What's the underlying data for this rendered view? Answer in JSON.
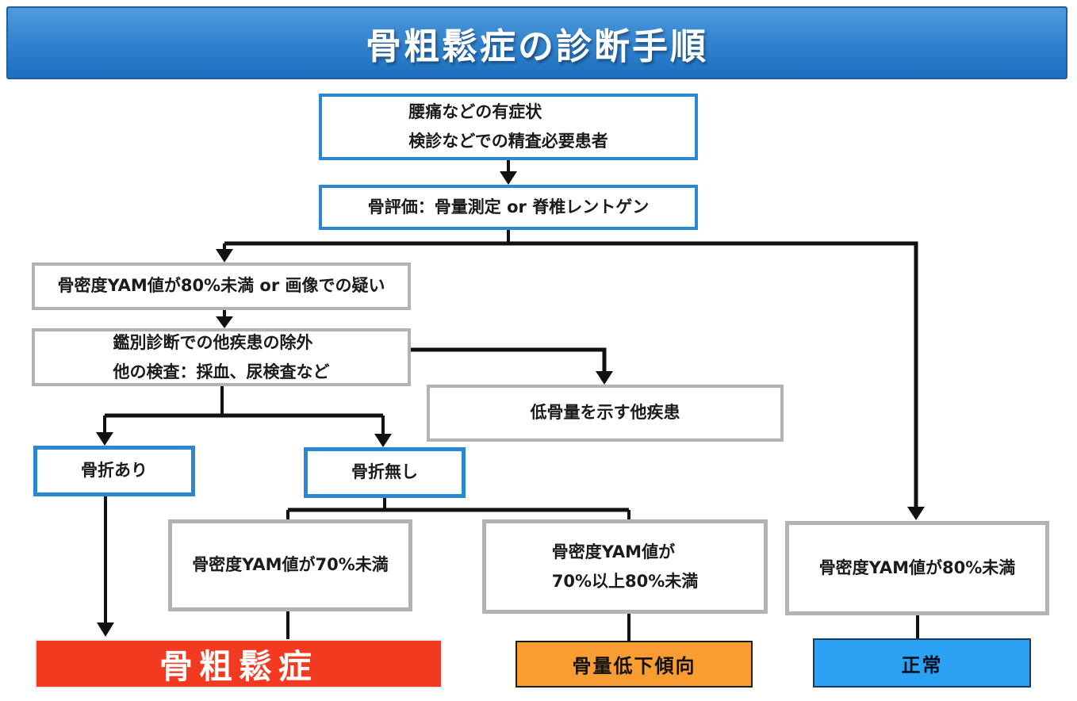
{
  "header": {
    "title": "骨粗鬆症の診断手順"
  },
  "nodes": {
    "symptoms": {
      "line1": "腰痛などの有症状",
      "line2": "検診などでの精査必要患者"
    },
    "bone_eval": {
      "label": "骨評価：骨量測定 or 脊椎レントゲン"
    },
    "yam80_or_image": {
      "label": "骨密度YAM値が80%未満 or 画像での疑い"
    },
    "differential": {
      "line1": "鑑別診断での他疾患の除外",
      "line2": "他の検査：採血、尿検査など"
    },
    "other_disease": {
      "label": "低骨量を示す他疾患"
    },
    "fracture_yes": {
      "label": "骨折あり"
    },
    "fracture_no": {
      "label": "骨折無し"
    },
    "yam_under70": {
      "label": "骨密度YAM値が70%未満"
    },
    "yam_70to80": {
      "line1": "骨密度YAM値が",
      "line2": "70%以上80%未満"
    },
    "yam_under80": {
      "label": "骨密度YAM値が80%未満"
    },
    "osteoporosis": {
      "label": "骨粗鬆症"
    },
    "low_bone_mass": {
      "label": "骨量低下傾向"
    },
    "normal": {
      "label": "正常"
    }
  },
  "colors": {
    "header_blue_top": "#4f9bdc",
    "header_blue_bottom": "#1e6fc0",
    "box_border_blue": "#2b87d1",
    "box_border_gray": "#b3b3b3",
    "result_red": "#f23a21",
    "result_orange": "#f99d33",
    "result_blue": "#2aa1f2",
    "connector": "#111111"
  }
}
